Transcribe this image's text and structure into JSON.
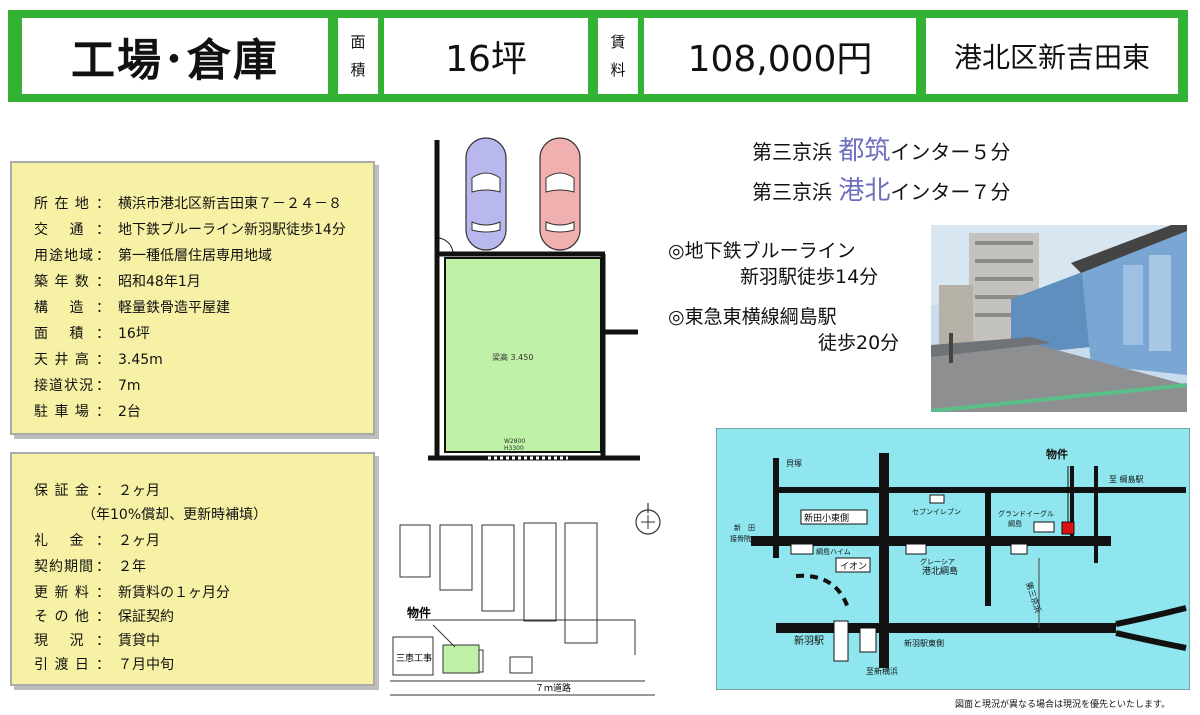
{
  "header": {
    "title": "工場･倉庫",
    "area_label": [
      "面",
      "積"
    ],
    "area_value": "16坪",
    "rent_label": [
      "賃",
      "料"
    ],
    "rent_value": "108,000円",
    "location": "港北区新吉田東"
  },
  "details": [
    {
      "label": "所 在 地",
      "value": "横浜市港北区新吉田東７－２４－８"
    },
    {
      "label": "交　 通",
      "value": "地下鉄ブルーライン新羽駅徒歩14分"
    },
    {
      "label": "用途地域",
      "value": "第一種低層住居専用地域"
    },
    {
      "label": "築 年 数",
      "value": "昭和48年1月"
    },
    {
      "label": "構　 造",
      "value": "軽量鉄骨造平屋建"
    },
    {
      "label": "面　 積",
      "value": "16坪"
    },
    {
      "label": "天 井 高",
      "value": "3.45m"
    },
    {
      "label": "接道状況",
      "value": "7m"
    },
    {
      "label": "駐 車 場",
      "value": "2台"
    }
  ],
  "terms": [
    {
      "label": "保 証 金",
      "value": "２ヶ月"
    },
    {
      "label": "",
      "value": "（年10%償却、更新時補填）"
    },
    {
      "label": "礼　 金",
      "value": "２ヶ月"
    },
    {
      "label": "契約期間",
      "value": "２年"
    },
    {
      "label": "更 新 料",
      "value": "新賃料の１ヶ月分"
    },
    {
      "label": "そ の 他",
      "value": "保証契約"
    },
    {
      "label": "現　 況",
      "value": "賃貸中"
    },
    {
      "label": "引 渡 日",
      "value": "７月中旬"
    }
  ],
  "access": {
    "line1_prefix": "第三京浜",
    "line1_highlight": "都筑",
    "line1_suffix": "インター５分",
    "line2_prefix": "第三京浜",
    "line2_highlight": "港北",
    "line2_suffix": "インター７分",
    "station1_l1": "◎地下鉄ブルーライン",
    "station1_l2": "新羽駅徒歩14分",
    "station2_l1": "◎東急東横線綱島駅",
    "station2_l2": "徒歩20分",
    "highlight_color": "#6f6fc0"
  },
  "floorplan": {
    "ceiling_label": "梁高 3.450",
    "door_label1": "W2800",
    "door_label2": "H3300"
  },
  "site_plan": {
    "property_label": "物件",
    "neighbor_label": "三恵工事",
    "road_label": "７ｍ道路"
  },
  "map": {
    "property_label": "物件",
    "labels": {
      "kaizuka": "貝塚",
      "to_tsunashima": "至 綱島駅",
      "nippa_sho": "新田小東側",
      "seven": "セブンイレブン",
      "grand_eagle": "グランドイーグル",
      "tsunashima_small": "綱島",
      "nitta_a": "新　田",
      "nitta_b": "接骨院",
      "tsunashima_house": "綱島ハイム",
      "grace": "グレーシア",
      "kohoku_tsunashima": "港北綱島",
      "aeon": "イオン",
      "nippa_station": "新羽駅",
      "nippa_east": "新羽駅東側",
      "to_shinyokohama": "至新横浜",
      "daisan": "第三京浜"
    },
    "water_color": "#8fe6ee",
    "marker_color": "#dd1111"
  },
  "footer_note": "図面と現況が異なる場合は現況を優先といたします。"
}
